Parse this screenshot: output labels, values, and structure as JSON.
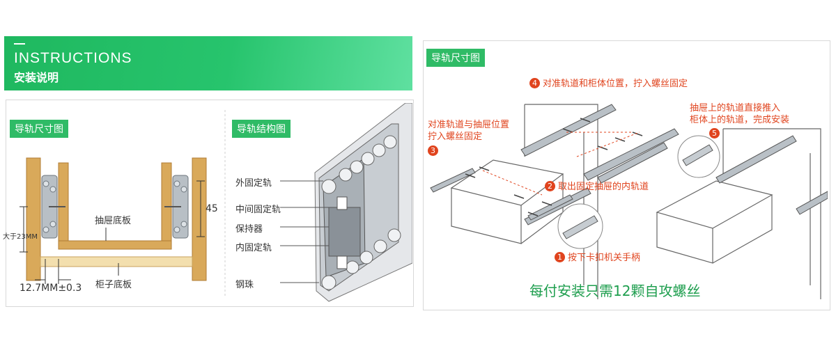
{
  "banner": {
    "en_title": "INSTRUCTIONS",
    "cn_title": "安装说明"
  },
  "dimension_panel": {
    "tag": "导轨尺寸图",
    "labels": {
      "drawer_bottom": "抽屉底板",
      "cabinet_bottom": "柜子底板",
      "height_45": "45",
      "gap": "大于23MM",
      "thickness": "12.7MM±0.3"
    }
  },
  "structure_panel": {
    "tag": "导轨结构图",
    "parts": [
      "外固定轨",
      "中间固定轨",
      "保持器",
      "内固定轨",
      "钢珠"
    ]
  },
  "install_panel": {
    "tag": "导轨尺寸图",
    "steps": {
      "s1": {
        "num": "1",
        "text": "按下卡扣机关手柄"
      },
      "s2": {
        "num": "2",
        "text": "取出固定抽屉的内轨道"
      },
      "s3": {
        "num": "3",
        "text_line1": "对准轨道与抽屉位置",
        "text_line2": "拧入螺丝固定"
      },
      "s4": {
        "num": "4",
        "text": "对准轨道和柜体位置，拧入螺丝固定"
      },
      "s5": {
        "num": "5",
        "text_line1": "抽屉上的轨道直接推入",
        "text_line2": "柜体上的轨道，完成安装"
      }
    },
    "footer": "每付安装只需12颗自攻螺丝"
  },
  "colors": {
    "green": "#2fbb66",
    "wood": "#d9a95a",
    "rail": "#9aa3ab",
    "red": "#e0441e"
  }
}
